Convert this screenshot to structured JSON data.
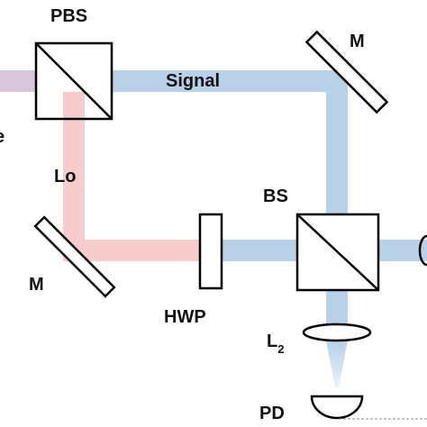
{
  "labels": {
    "pbs": "PBS",
    "m_top": "M",
    "signal": "Signal",
    "lo": "Lo",
    "bs": "BS",
    "m_bottom": "M",
    "hwp": "HWP",
    "l2_main": "L",
    "l2_sub": "2",
    "pd": "PD",
    "left_edge": "e"
  },
  "colors": {
    "signal_beam": "#b8d0e8",
    "lo_beam": "#f6cccc",
    "input_beam": "#d8c6dc",
    "optic_outline": "#000000"
  }
}
